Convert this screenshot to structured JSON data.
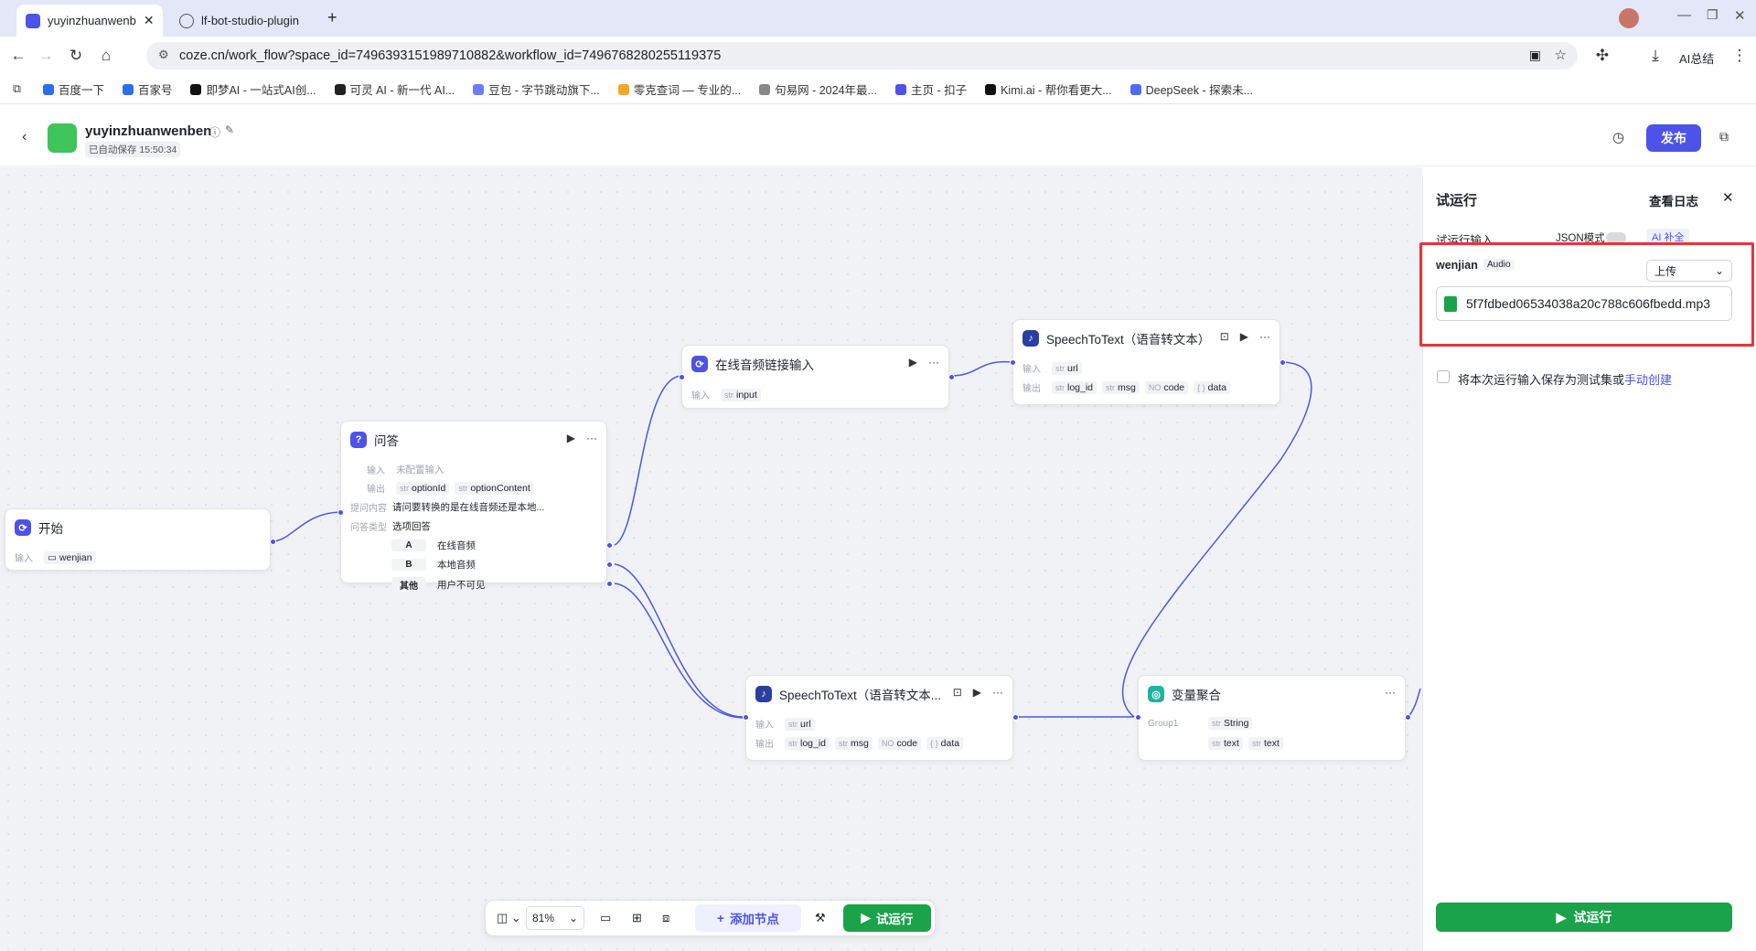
{
  "browser": {
    "tabs": [
      {
        "label": "yuyinzhuanwenb",
        "active": true
      },
      {
        "label": "lf-bot-studio-plugin",
        "active": false
      }
    ],
    "url": "coze.cn/work_flow?space_id=7496393151989710882&workflow_id=7496768280255119375",
    "ai_summary": "AI总结",
    "bookmarks": [
      "百度一下",
      "百家号",
      "即梦AI - 一站式AI创...",
      "可灵 AI - 新一代 AI...",
      "豆包 - 字节跳动旗下...",
      "零克查词 — 专业的...",
      "句易网 - 2024年最...",
      "主页 - 扣子",
      "Kimi.ai - 帮你看更大...",
      "DeepSeek - 探索未..."
    ]
  },
  "header": {
    "workflow_name": "yuyinzhuanwenben",
    "autosave": "已自动保存 15:50:34",
    "publish_label": "发布"
  },
  "nodes": {
    "start": {
      "title": "开始",
      "input_label": "输入",
      "param": "wenjian"
    },
    "qa": {
      "title": "问答",
      "input_label": "输入",
      "input_value": "未配置输入",
      "output_label": "输出",
      "out1": "optionId",
      "out2": "optionContent",
      "ask_label": "提问内容",
      "ask_value": "请问要转换的是在线音频还是本地...",
      "type_label": "问答类型",
      "type_value": "选项回答",
      "options": [
        {
          "key": "A",
          "text": "在线音频"
        },
        {
          "key": "B",
          "text": "本地音频"
        },
        {
          "key": "其他",
          "text": "用户不可见"
        }
      ]
    },
    "online": {
      "title": "在线音频链接输入",
      "input_label": "输入",
      "param": "input"
    },
    "stt1": {
      "title": "SpeechToText（语音转文本）",
      "input_label": "输入",
      "output_label": "输出",
      "param": "url",
      "outs": [
        "log_id",
        "msg",
        "code",
        "data"
      ]
    },
    "stt2": {
      "title": "SpeechToText（语音转文本...",
      "input_label": "输入",
      "output_label": "输出",
      "param": "url",
      "outs": [
        "log_id",
        "msg",
        "code",
        "data"
      ]
    },
    "agg": {
      "title": "变量聚合",
      "group": "Group1",
      "type": "String",
      "v1": "text",
      "v2": "text"
    }
  },
  "type_tags": {
    "str": "str",
    "num": "NO",
    "obj": "{ }"
  },
  "bottom_toolbar": {
    "zoom": "81%",
    "add_node": "添加节点",
    "run": "试运行"
  },
  "panel": {
    "title": "试运行",
    "view_log": "查看日志",
    "input_title": "试运行输入",
    "json_mode": "JSON模式",
    "ai_fill": "AI 补全",
    "field_name": "wenjian",
    "field_type": "Audio",
    "upload_label": "上传",
    "file_name": "5f7fdbed06534038a20c788c606fbedd.mp3",
    "save_label": "将本次运行输入保存为测试集或",
    "manual_create": "手动创建",
    "run_label": "试运行"
  }
}
